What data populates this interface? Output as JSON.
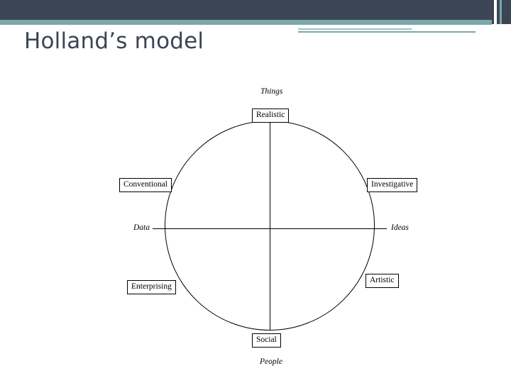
{
  "slide": {
    "title": "Holland’s model",
    "accent_color": "#3b4553",
    "accent_secondary": "#7ba7ab"
  },
  "diagram": {
    "type": "hexagon-circle-model",
    "boxed_labels": [
      {
        "id": "realistic",
        "text": "Realistic"
      },
      {
        "id": "conventional",
        "text": "Conventional"
      },
      {
        "id": "investigative",
        "text": "Investigative"
      },
      {
        "id": "enterprising",
        "text": "Enterprising"
      },
      {
        "id": "artistic",
        "text": "Artistic"
      },
      {
        "id": "social",
        "text": "Social"
      }
    ],
    "axis_labels": [
      {
        "id": "things",
        "text": "Things"
      },
      {
        "id": "people",
        "text": "People"
      },
      {
        "id": "data",
        "text": "Data"
      },
      {
        "id": "ideas",
        "text": "Ideas"
      }
    ]
  }
}
